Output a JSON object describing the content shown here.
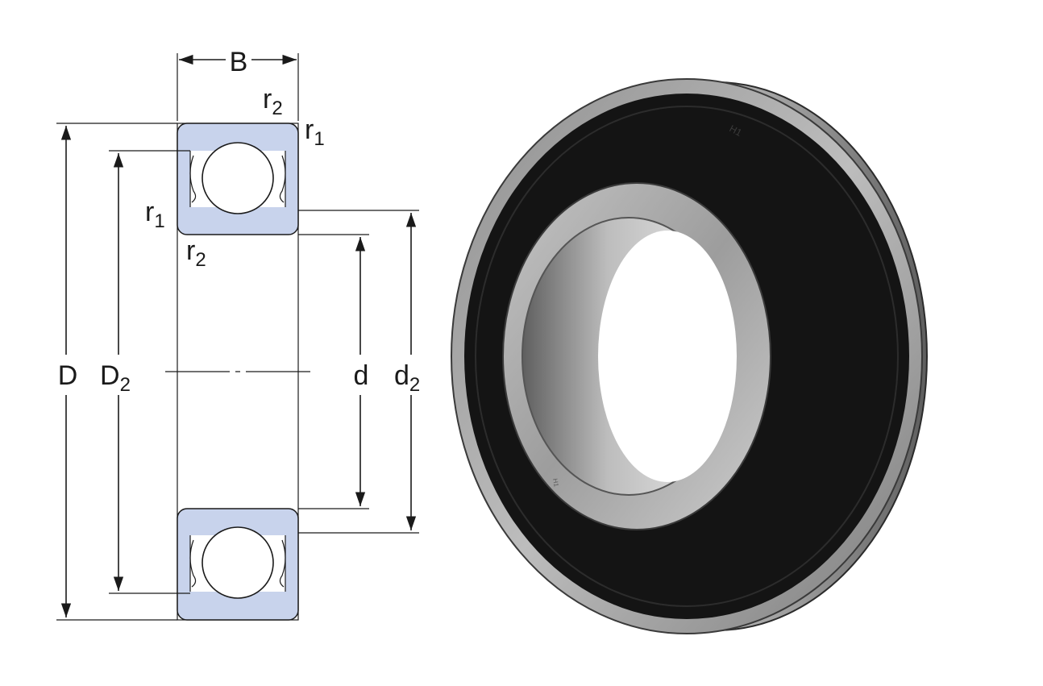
{
  "diagram": {
    "labels": {
      "width": {
        "main": "B",
        "sub": ""
      },
      "outer_diameter": {
        "main": "D",
        "sub": ""
      },
      "shoulder_outer": {
        "main": "D",
        "sub": "2"
      },
      "bore": {
        "main": "d",
        "sub": ""
      },
      "shoulder_inner": {
        "main": "d",
        "sub": "2"
      },
      "chamfer_r1_top": {
        "main": "r",
        "sub": "1"
      },
      "chamfer_r2_top": {
        "main": "r",
        "sub": "2"
      },
      "chamfer_r1_left": {
        "main": "r",
        "sub": "1"
      },
      "chamfer_r2_bottom": {
        "main": "r",
        "sub": "2"
      }
    },
    "colors": {
      "ring_fill": "#c8d3ec",
      "line": "#1a1a1a",
      "seal": "#141414",
      "steel": "#a9a9a9"
    }
  },
  "photo": {
    "markings": {
      "outer": "H1",
      "inner": "H1"
    }
  }
}
